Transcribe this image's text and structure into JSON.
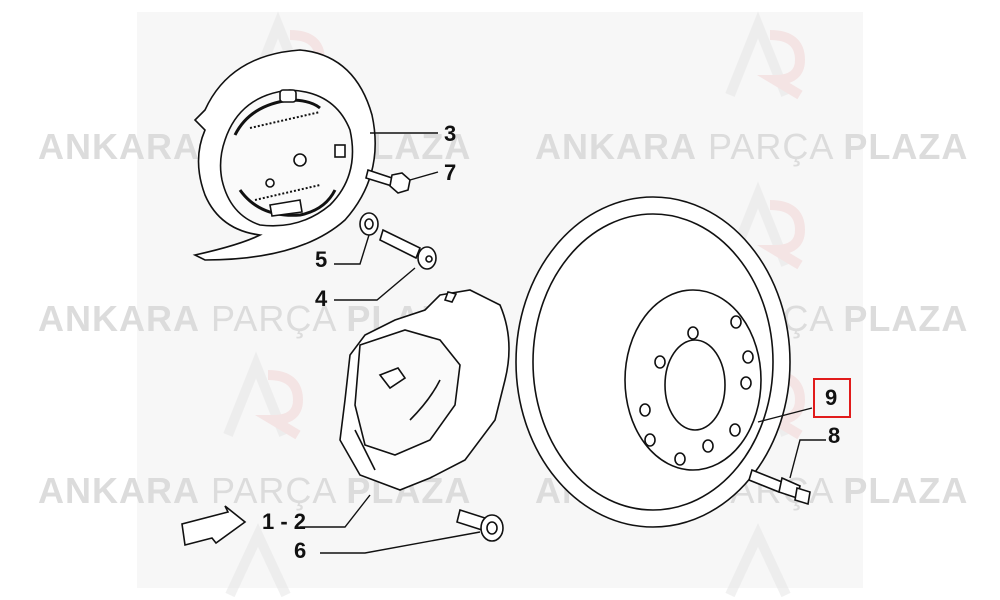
{
  "watermark": {
    "brand_bold": "ANKARA",
    "brand_light": "PARÇA",
    "brand_tail": "PLAZA",
    "color": "#dcdcdc"
  },
  "callouts": {
    "c1": "3",
    "c2": "7",
    "c3": "5",
    "c4": "4",
    "c5": "1 - 2",
    "c6": "6",
    "c7": "9",
    "c8": "8"
  },
  "highlight": {
    "target": "9",
    "color": "#e11b1b"
  },
  "icons": [
    "brake-backing-plate-icon",
    "brake-caliper-icon",
    "brake-disc-icon",
    "bolt-icon",
    "washer-icon",
    "direction-arrow-icon"
  ]
}
